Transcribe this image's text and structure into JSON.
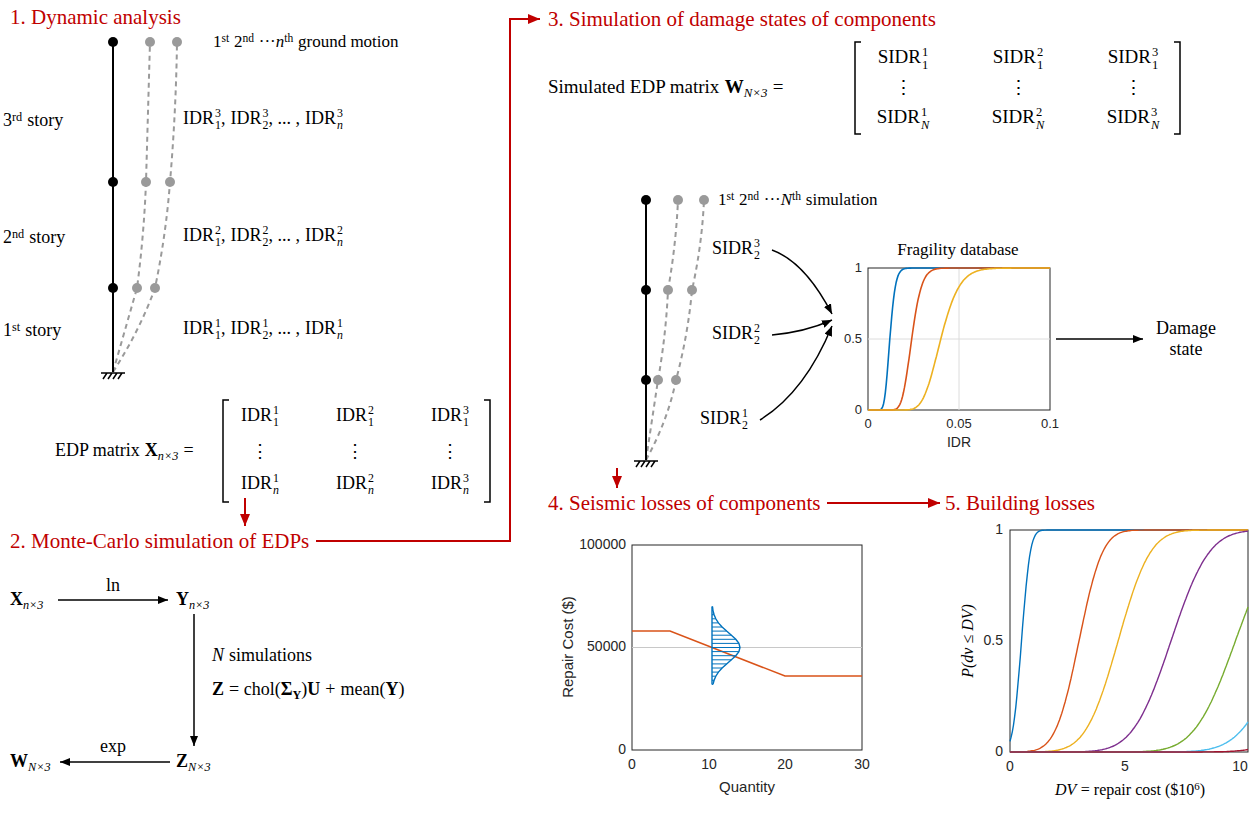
{
  "diagram": {
    "nodes": [
      {
        "text": [
          "1. Dynamic analysis"
        ]
      },
      {
        "text": [
          "2. Monte-Carlo simulation of EDPs"
        ]
      },
      {
        "text": [
          "3. Simulation of damage states of components"
        ]
      },
      {
        "text": [
          "4. Seismic losses of components"
        ]
      },
      {
        "text": [
          "5. Building losses"
        ]
      }
    ],
    "edges": [
      {
        "from": 0,
        "to": 1,
        "arrow": "to"
      },
      {
        "from": 1,
        "to": 2,
        "arrow": "to"
      },
      {
        "from": 2,
        "to": 3,
        "arrow": "to"
      },
      {
        "from": 3,
        "to": 4,
        "arrow": "to"
      }
    ],
    "labels": [
      "1",
      "st",
      "2",
      "nd",
      "···",
      "n",
      "th",
      "ground motion",
      "3",
      "rd",
      "story",
      "IDR",
      "3",
      "1",
      ",",
      "IDR",
      "3",
      "2",
      ", ... ,",
      "IDR",
      "3",
      "n",
      "2",
      "nd",
      "story",
      "IDR",
      "2",
      "1",
      ",",
      "IDR",
      "2",
      "2",
      ", ... ,",
      "IDR",
      "2",
      "n",
      "1",
      "st",
      "story",
      "IDR",
      "1",
      "1",
      ",",
      "IDR",
      "1",
      "2",
      ", ... ,",
      "IDR",
      "1",
      "n",
      "EDP matrix",
      "X",
      "n×3",
      "=",
      "IDR",
      "1",
      "1",
      "IDR",
      "2",
      "1",
      "IDR",
      "3",
      "1",
      "⋮",
      "⋮",
      "⋮",
      "IDR",
      "1",
      "n",
      "IDR",
      "2",
      "n",
      "IDR",
      "3",
      "n",
      "X",
      "n×3",
      "ln",
      "Y",
      "n×3",
      "N",
      "simulations",
      "Z",
      "= chol(",
      "Σ",
      "Y",
      ")",
      "U",
      "+",
      "mean(",
      "Y",
      ")",
      "exp",
      "W",
      "N×3",
      "Z",
      "N×3",
      "Simulated EDP matrix",
      "W",
      "N×3",
      "=",
      "SIDR",
      "1",
      "1",
      "SIDR",
      "2",
      "1",
      "SIDR",
      "3",
      "1",
      "⋮",
      "⋮",
      "⋮",
      "SIDR",
      "1",
      "N",
      "SIDR",
      "2",
      "N",
      "SIDR",
      "3",
      "N",
      "1",
      "st",
      "2",
      "nd",
      "···",
      "N",
      "th",
      "simulation",
      "SIDR",
      "3",
      "2",
      "SIDR",
      "2",
      "2",
      "SIDR",
      "1",
      "2",
      "Fragility database",
      "1",
      "0.5",
      "0",
      "0",
      "0.05",
      "0.1",
      "IDR",
      "Damage state",
      "100000",
      "50000",
      "0",
      "Repair Cost ($)",
      "0",
      "10",
      "20",
      "30",
      "Quantity",
      "1",
      "0.5",
      "0",
      "P(dv ≤ DV)",
      "0",
      "5",
      "10",
      "DV",
      "= repair cost ($10",
      "6",
      ")"
    ]
  }
}
